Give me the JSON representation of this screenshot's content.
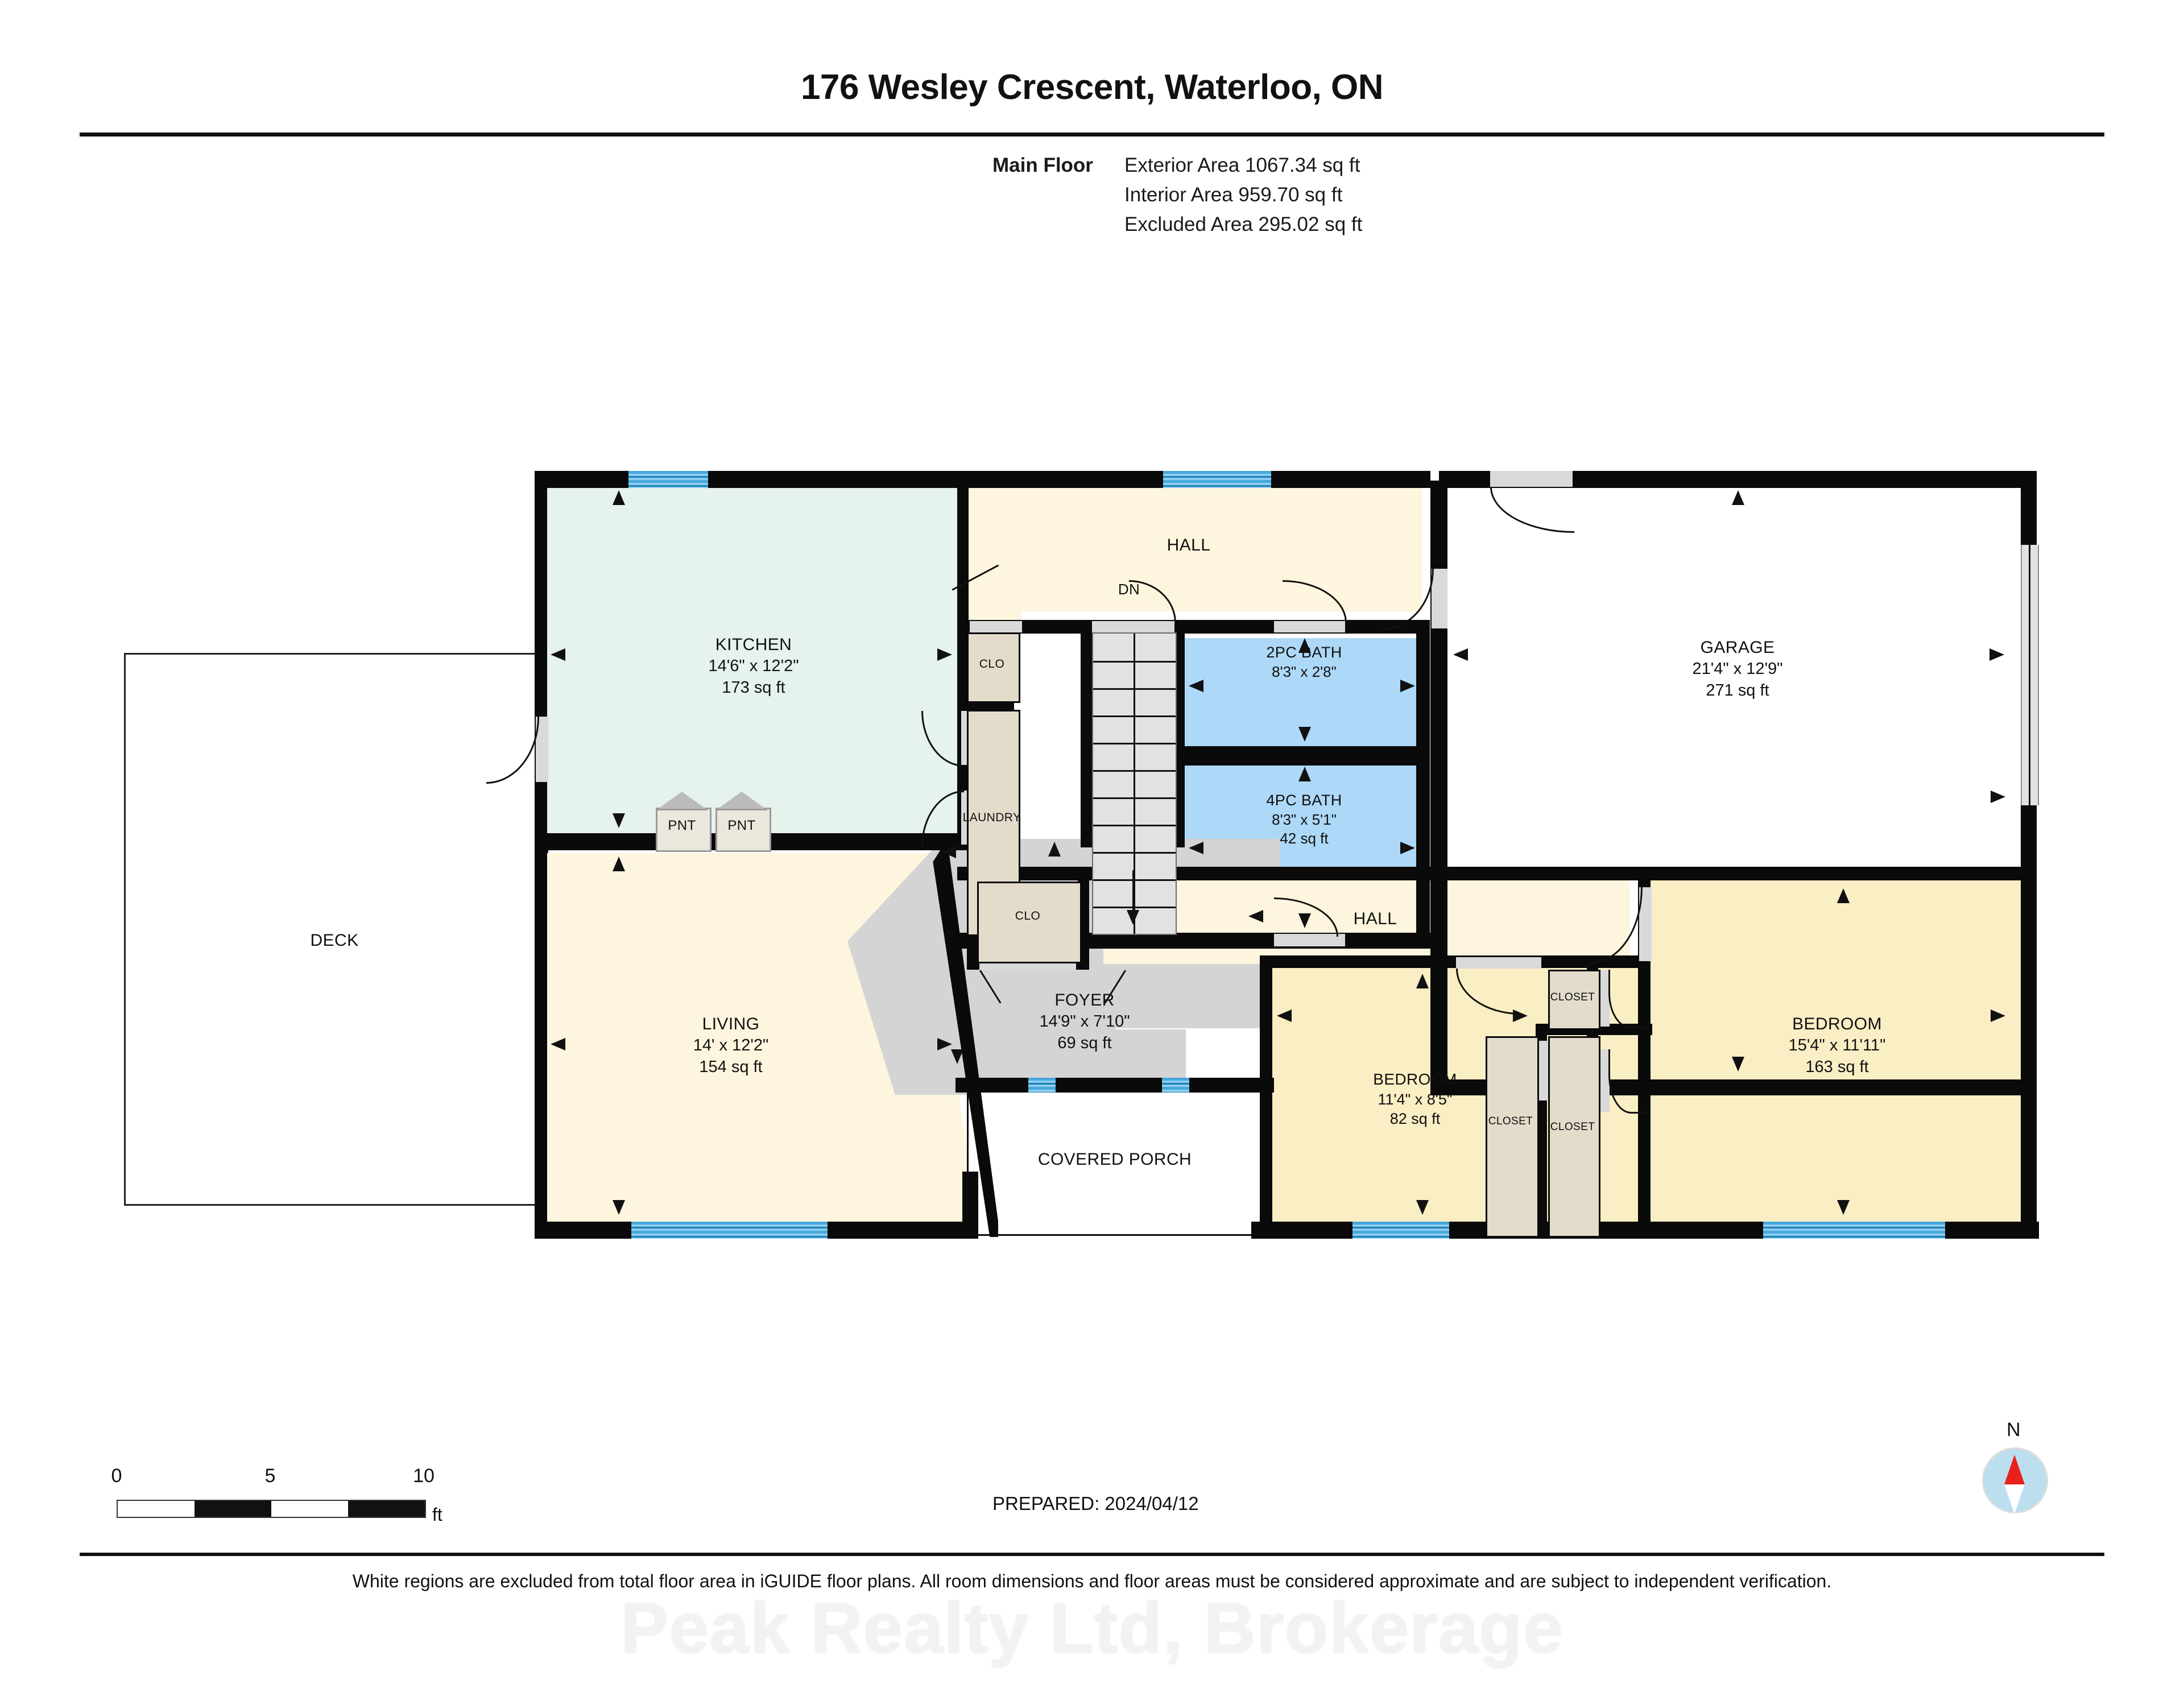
{
  "header": {
    "title": "176 Wesley Crescent, Waterloo, ON",
    "floor_label": "Main Floor",
    "exterior_area": "Exterior Area 1067.34 sq ft",
    "interior_area": "Interior Area 959.70 sq ft",
    "excluded_area": "Excluded Area 295.02 sq ft"
  },
  "rooms": {
    "kitchen": {
      "name": "KITCHEN",
      "dim": "14'6\" x 12'2\"",
      "area": "173 sq ft",
      "color": "#e6f2ec"
    },
    "hall_top": {
      "name": "HALL",
      "dim": "",
      "area": "",
      "color": "#fdf5dd"
    },
    "clo_top": {
      "name": "CLO",
      "dim": "",
      "area": "",
      "color": "#e3dccb"
    },
    "laundry": {
      "name": "LAUNDRY",
      "dim": "",
      "area": "",
      "color": "#e3dccb"
    },
    "bath2pc": {
      "name": "2PC BATH",
      "dim": "8'3\" x 2'8\"",
      "area": "",
      "color": "#add8f7"
    },
    "bath4pc": {
      "name": "4PC BATH",
      "dim": "8'3\" x 5'1\"",
      "area": "42 sq ft",
      "color": "#add8f7"
    },
    "garage": {
      "name": "GARAGE",
      "dim": "21'4\" x 12'9\"",
      "area": "271 sq ft",
      "color": "#ffffff"
    },
    "living": {
      "name": "LIVING",
      "dim": "14' x 12'2\"",
      "area": "154 sq ft",
      "color": "#fdf5dd"
    },
    "foyer": {
      "name": "FOYER",
      "dim": "14'9\" x 7'10\"",
      "area": "69 sq ft",
      "color": "#d4d4d4"
    },
    "clo_foyer": {
      "name": "CLO",
      "dim": "",
      "area": "",
      "color": "#e3dccb"
    },
    "hall_bot": {
      "name": "HALL",
      "dim": "",
      "area": "",
      "color": "#fdf5dd"
    },
    "bedroom_s": {
      "name": "BEDROOM",
      "dim": "11'4\" x 8'5\"",
      "area": "82 sq ft",
      "color": "#faeec4"
    },
    "bedroom_e": {
      "name": "BEDROOM",
      "dim": "15'4\" x 11'11\"",
      "area": "163 sq ft",
      "color": "#faeec4"
    },
    "closet_1": {
      "name": "CLOSET",
      "dim": "",
      "area": "",
      "color": "#ddd6c8"
    },
    "closet_2": {
      "name": "CLOSET",
      "dim": "",
      "area": "",
      "color": "#ddd6c8"
    },
    "closet_3": {
      "name": "CLOSET",
      "dim": "",
      "area": "",
      "color": "#ddd6c8"
    },
    "porch": {
      "name": "COVERED PORCH",
      "dim": "",
      "area": "",
      "color": "#ffffff"
    },
    "deck": {
      "name": "DECK",
      "dim": "",
      "area": "",
      "color": "#ffffff"
    },
    "pnt_1": {
      "name": "PNT",
      "dim": "",
      "area": "",
      "color": "#ece7dc"
    },
    "pnt_2": {
      "name": "PNT",
      "dim": "",
      "area": "",
      "color": "#ece7dc"
    },
    "stairs": {
      "name": "DN",
      "dim": "",
      "area": "",
      "color": "#e2e2e2"
    }
  },
  "footer": {
    "scale_0": "0",
    "scale_5": "5",
    "scale_10": "10",
    "scale_unit": "ft",
    "prepared": "PREPARED: 2024/04/12",
    "compass_north": "N",
    "disclaimer": "White regions are excluded from total floor area in iGUIDE floor plans. All room dimensions and floor areas must be considered approximate and are subject to independent verification.",
    "watermark": "Peak Realty Ltd, Brokerage"
  },
  "colors": {
    "wall": "#0a0a0a",
    "window": "#46a8dd",
    "bath": "#add8f7",
    "kitchen": "#e6f2ec",
    "bedroom": "#faeec4",
    "hall": "#fdf5dd",
    "foyer": "#d4d4d4",
    "closet": "#e3dccb",
    "compass_needle": "#e8211b"
  }
}
